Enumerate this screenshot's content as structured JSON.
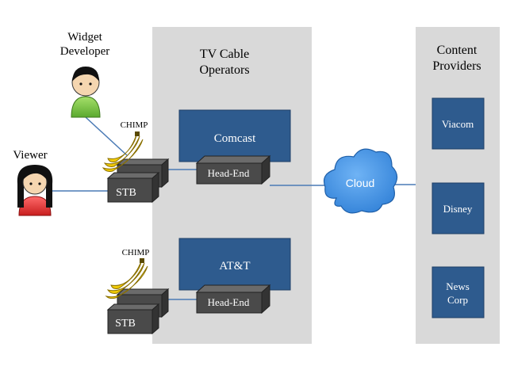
{
  "colors": {
    "panel_gray": "#d9d9d9",
    "operator_blue": "#2e5b8e",
    "provider_blue": "#2e5b8e",
    "box_dark": "#4a4a4a",
    "box_light": "#6b6b6b",
    "cloud_blue": "#3d8fe0",
    "connector_blue": "#4a7ab5",
    "banana_yellow": "#ffe000",
    "person_green": "#7cc84a",
    "person_red": "#e23a3a"
  },
  "people": {
    "developer": {
      "label_line1": "Widget",
      "label_line2": "Developer",
      "icon": "person-green-icon"
    },
    "viewer": {
      "label": "Viewer",
      "icon": "person-red-icon"
    }
  },
  "operators": {
    "title_line1": "TV Cable",
    "title_line2": "Operators",
    "items": [
      {
        "name": "Comcast",
        "headend": "Head-End"
      },
      {
        "name": "AT&T",
        "headend": "Head-End"
      }
    ]
  },
  "stb": {
    "items": [
      {
        "label": "STB",
        "chimp": "CHIMP"
      },
      {
        "label": "STB",
        "chimp": "CHIMP"
      }
    ]
  },
  "cloud": {
    "label": "Cloud"
  },
  "providers": {
    "title_line1": "Content",
    "title_line2": "Providers",
    "items": [
      {
        "line1": "Viacom",
        "line2": ""
      },
      {
        "line1": "Disney",
        "line2": ""
      },
      {
        "line1": "News",
        "line2": "Corp"
      }
    ]
  }
}
